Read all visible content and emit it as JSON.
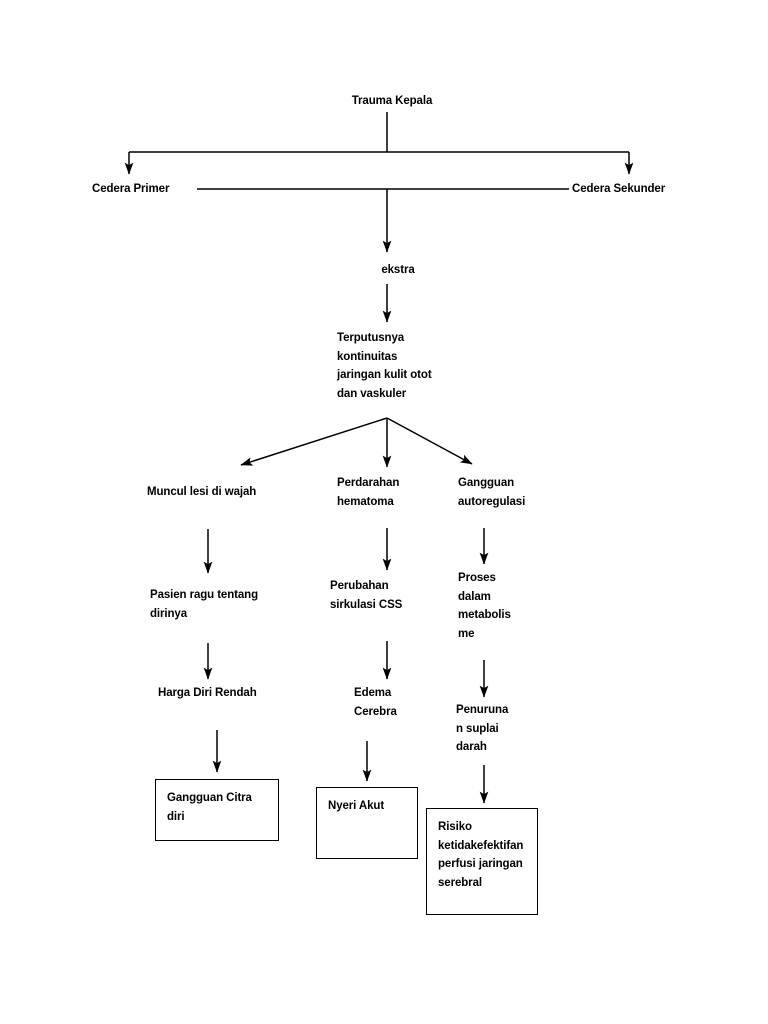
{
  "diagram": {
    "title": "Trauma Kepala",
    "type": "flowchart",
    "nodes": {
      "trauma": "Trauma Kepala",
      "cedera_primer": "Cedera Primer",
      "cedera_sekunder": "Cedera Sekunder",
      "ekstra": "ekstra",
      "terputusnya": "Terputusnya\nkontinuitas\njaringan kulit otot\ndan  vaskuler",
      "muncul_lesi": "Muncul lesi di wajah",
      "perdarahan": "Perdarahan\nhematoma",
      "gangguan_autoregulasi": "Gangguan\nautoregulasi",
      "pasien_ragu": "Pasien ragu tentang\ndirinya",
      "perubahan_sirkulasi": "Perubahan\nsirkulasi CSS",
      "proses_metabolisme": "Proses\ndalam\nmetabolis\nme",
      "harga_diri_rendah": "Harga Diri Rendah",
      "edema_cerebra": "Edema\nCerebra",
      "penurunan_suplai": "Penuruna\nn  suplai\ndarah"
    },
    "outcome_boxes": [
      {
        "id": "gangguan-citra-diri",
        "label": "Gangguan Citra\ndiri"
      },
      {
        "id": "nyeri-akut",
        "label": "Nyeri Akut"
      },
      {
        "id": "risiko-perfusi",
        "label": "Risiko\nketidakefektifan\nperfusi jaringan\nserebral"
      }
    ],
    "colors": {
      "background": "#ffffff",
      "text": "#000000",
      "stroke": "#000000"
    }
  }
}
